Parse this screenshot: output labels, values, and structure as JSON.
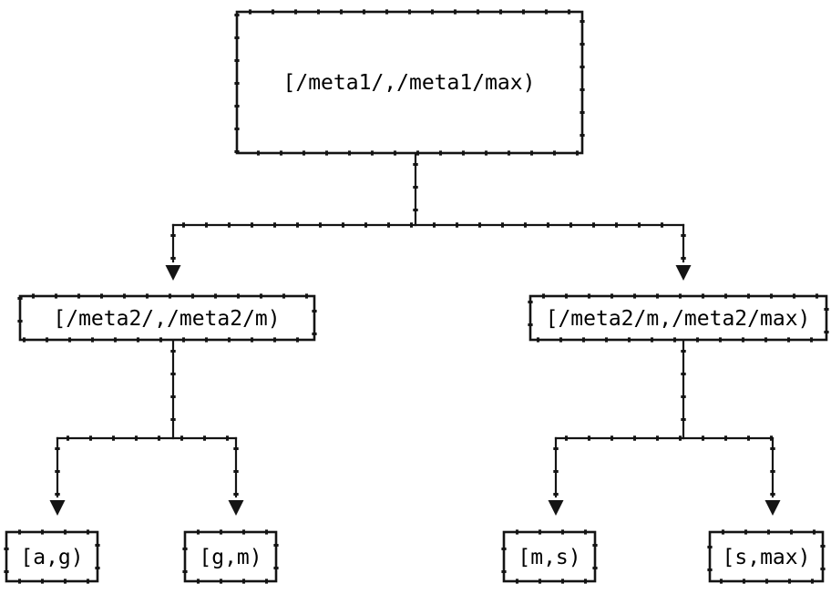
{
  "diagram": {
    "type": "tree",
    "colors": {
      "background": "#ffffff",
      "line": "#141414",
      "box_fill": "#ffffff",
      "text": "#000000"
    },
    "nodes": {
      "root": {
        "label": "[/meta1/,/meta1/max)"
      },
      "left_child": {
        "label": "[/meta2/,/meta2/m)"
      },
      "right_child": {
        "label": "[/meta2/m,/meta2/max)"
      },
      "leaf_ag": {
        "label": "[a,g)"
      },
      "leaf_gm": {
        "label": "[g,m)"
      },
      "leaf_ms": {
        "label": "[m,s)"
      },
      "leaf_smax": {
        "label": "[s,max)"
      }
    },
    "edges": [
      {
        "from": "root",
        "to": "left_child"
      },
      {
        "from": "root",
        "to": "right_child"
      },
      {
        "from": "left_child",
        "to": "leaf_ag"
      },
      {
        "from": "left_child",
        "to": "leaf_gm"
      },
      {
        "from": "right_child",
        "to": "leaf_ms"
      },
      {
        "from": "right_child",
        "to": "leaf_smax"
      }
    ]
  }
}
